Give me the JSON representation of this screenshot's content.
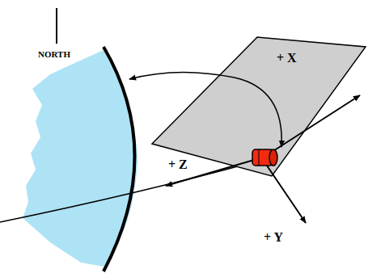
{
  "diagram": {
    "labels": [
      "NORTH",
      "+ X",
      "+ Z",
      "+ Y"
    ]
  }
}
